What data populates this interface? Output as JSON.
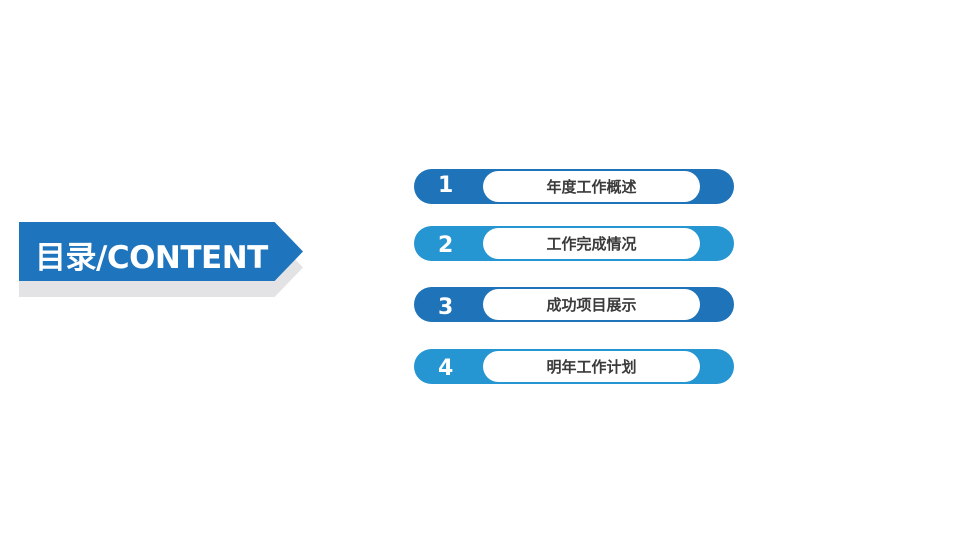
{
  "title": "目录/CONTENT",
  "items": [
    {
      "number": "1",
      "label": "年度工作概述"
    },
    {
      "number": "2",
      "label": "工作完成情况"
    },
    {
      "number": "3",
      "label": "成功项目展示"
    },
    {
      "number": "4",
      "label": "明年工作计划"
    }
  ],
  "colors": {
    "dark_blue": "#1f73b8",
    "light_blue": "#2596d1",
    "shadow": "#e3e2e4"
  }
}
